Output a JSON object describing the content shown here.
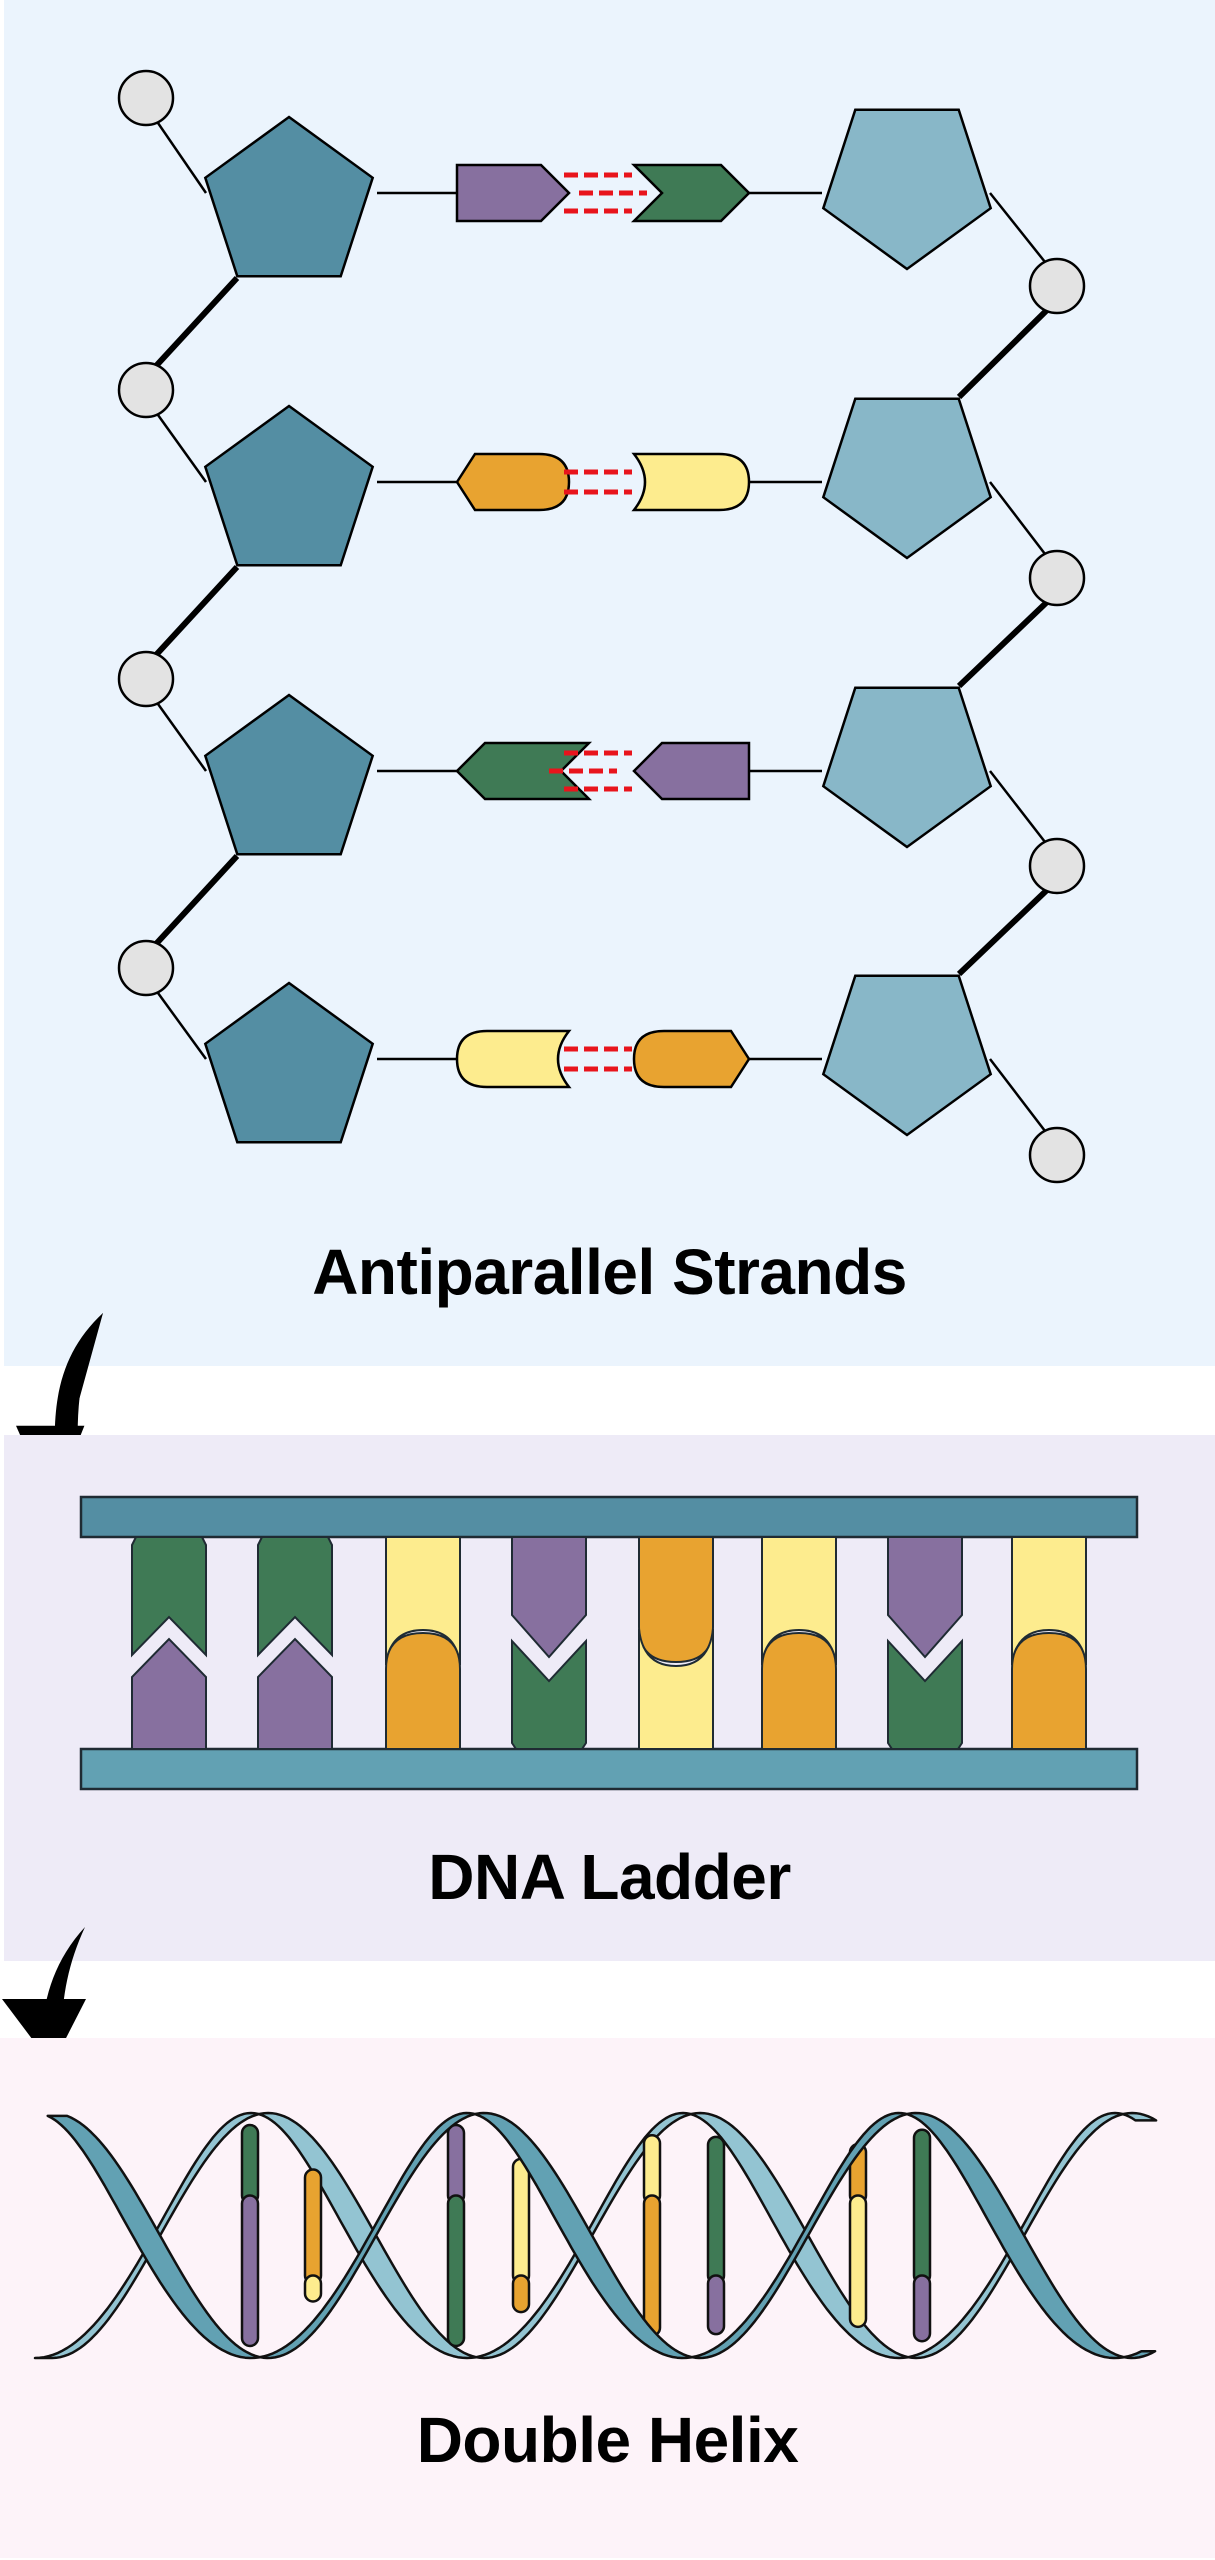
{
  "figure": {
    "captions": {
      "strands": "Antiparallel Strands",
      "ladder": "DNA Ladder",
      "helix": "Double Helix"
    },
    "colors": {
      "panel_strands_bg": "#ebf4fd",
      "panel_ladder_bg": "#eeebf7",
      "panel_helix_bg": "#fdf3f9",
      "sugar_left": "#548ea3",
      "sugar_right": "#88b7c8",
      "phosphate": "#e3e3e3",
      "hydrogen_bond": "#e8141c",
      "rail_top": "#548ea3",
      "rail_bottom": "#62a1b3",
      "ribbon_front": "#62a1b3",
      "ribbon_back": "#93c4d2"
    },
    "bases": {
      "A": {
        "name": "adenine",
        "color": "#87709f",
        "shape": "arrow"
      },
      "T": {
        "name": "thymine",
        "color": "#3f7a55",
        "shape": "notch"
      },
      "G": {
        "name": "guanine",
        "color": "#e8a330",
        "shape": "round-point"
      },
      "C": {
        "name": "cytosine",
        "color": "#fdec8e",
        "shape": "cup"
      }
    },
    "strands": {
      "pairs": [
        {
          "left": "A",
          "right": "T",
          "hbonds": 3
        },
        {
          "left": "G",
          "right": "C",
          "hbonds": 2
        },
        {
          "left": "T",
          "right": "A",
          "hbonds": 3
        },
        {
          "left": "C",
          "right": "G",
          "hbonds": 2
        }
      ]
    },
    "ladder": {
      "rungs": [
        {
          "top": "T",
          "bottom": "A"
        },
        {
          "top": "T",
          "bottom": "A"
        },
        {
          "top": "C",
          "bottom": "G"
        },
        {
          "top": "A",
          "bottom": "T"
        },
        {
          "top": "G",
          "bottom": "C"
        },
        {
          "top": "C",
          "bottom": "G"
        },
        {
          "top": "A",
          "bottom": "T"
        },
        {
          "top": "C",
          "bottom": "G"
        }
      ]
    },
    "helix": {
      "rungs": [
        {
          "top": "T",
          "bottom": "A"
        },
        {
          "top": "G",
          "bottom": "C"
        },
        {
          "top": "A",
          "bottom": "T"
        },
        {
          "top": "C",
          "bottom": "G"
        },
        {
          "top": "C",
          "bottom": "G"
        },
        {
          "top": "T",
          "bottom": "A"
        },
        {
          "top": "G",
          "bottom": "C"
        },
        {
          "top": "T",
          "bottom": "A"
        }
      ]
    }
  }
}
